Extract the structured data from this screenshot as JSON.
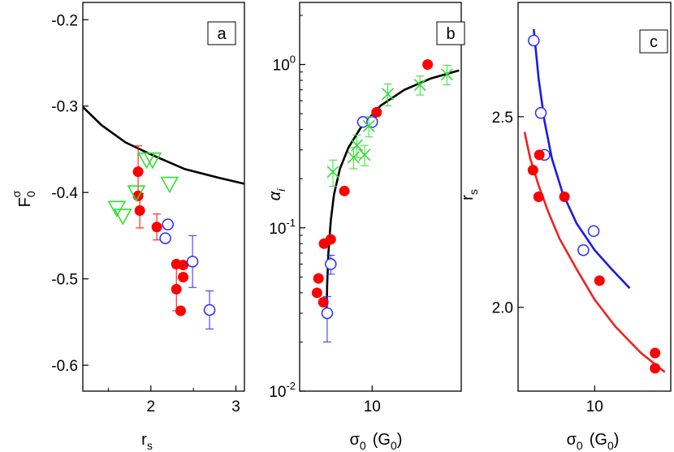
{
  "colors": {
    "red": "#ff0000",
    "blue": "#2a2aff",
    "green": "#33dd33",
    "black": "#000000",
    "red_line": "#ee2222",
    "blue_line": "#1a1ae6"
  },
  "chart_data": [
    {
      "type": "scatter",
      "panel_label": "a",
      "xlabel": "r",
      "xlabel_sub": "s",
      "ylabel": "F",
      "ylabel_sub": "0",
      "ylabel_sup": "σ",
      "xlim": [
        1.2,
        3.1
      ],
      "ylim": [
        -0.63,
        -0.18
      ],
      "xticks": [
        2,
        3
      ],
      "xtick_labels": [
        "2",
        "3"
      ],
      "yticks": [
        -0.2,
        -0.3,
        -0.4,
        -0.5,
        -0.6
      ],
      "ytick_labels": [
        "-0.2",
        "-0.3",
        "-0.4",
        "-0.5",
        "-0.6"
      ],
      "series": [
        {
          "marker": "line",
          "color": "#000000",
          "points": [
            [
              1.2,
              -0.301
            ],
            [
              1.42,
              -0.322
            ],
            [
              1.7,
              -0.342
            ],
            [
              2.0,
              -0.356
            ],
            [
              2.4,
              -0.373
            ],
            [
              2.8,
              -0.383
            ],
            [
              3.1,
              -0.39
            ]
          ]
        },
        {
          "marker": "filled-circle",
          "color": "#ff0000",
          "points": [
            {
              "x": 1.85,
              "y": -0.376,
              "err": 0.03
            },
            {
              "x": 1.85,
              "y": -0.404
            },
            {
              "x": 1.87,
              "y": -0.421,
              "err": 0.02
            },
            {
              "x": 2.07,
              "y": -0.44,
              "err": 0.015
            },
            {
              "x": 2.3,
              "y": -0.483
            },
            {
              "x": 2.38,
              "y": -0.484
            },
            {
              "x": 2.38,
              "y": -0.498
            },
            {
              "x": 2.3,
              "y": -0.512,
              "err": 0.025
            },
            {
              "x": 2.35,
              "y": -0.537
            }
          ]
        },
        {
          "marker": "open-circle",
          "color": "#2a2aff",
          "points": [
            {
              "x": 2.2,
              "y": -0.437
            },
            {
              "x": 2.17,
              "y": -0.453
            },
            {
              "x": 2.49,
              "y": -0.48,
              "err": 0.03
            },
            {
              "x": 2.69,
              "y": -0.536,
              "err": 0.022
            }
          ]
        },
        {
          "marker": "open-triangle-down",
          "color": "#33dd33",
          "points": [
            {
              "x": 1.95,
              "y": -0.362
            },
            {
              "x": 2.02,
              "y": -0.362
            },
            {
              "x": 2.22,
              "y": -0.39
            },
            {
              "x": 1.83,
              "y": -0.4
            },
            {
              "x": 1.6,
              "y": -0.418
            },
            {
              "x": 1.67,
              "y": -0.427
            }
          ]
        }
      ]
    },
    {
      "type": "scatter",
      "panel_label": "b",
      "xlabel": "σ",
      "xlabel_sub": "0",
      "xlabel_unit": "(G",
      "xlabel_unit_sub": "0",
      "xlabel_unit_end": ")",
      "ylabel": "α",
      "ylabel_sub": "i",
      "xscale": "log",
      "yscale": "log",
      "xlim": [
        2.1,
        68
      ],
      "ylim": [
        0.01,
        2.4
      ],
      "xticks": [
        10
      ],
      "xtick_labels": [
        "10"
      ],
      "yticks": [
        1,
        0.1,
        0.01
      ],
      "ytick_labels": [
        {
          "base": "10",
          "exp": "0"
        },
        {
          "base": "10",
          "exp": "-1"
        },
        {
          "base": "10",
          "exp": "-2"
        }
      ],
      "series": [
        {
          "marker": "line",
          "color": "#000000",
          "points": [
            [
              3.75,
              0.03
            ],
            [
              3.8,
              0.045
            ],
            [
              3.9,
              0.07
            ],
            [
              4.1,
              0.11
            ],
            [
              4.4,
              0.16
            ],
            [
              5.0,
              0.23
            ],
            [
              6.0,
              0.31
            ],
            [
              8.0,
              0.42
            ],
            [
              12.0,
              0.56
            ],
            [
              20.0,
              0.7
            ],
            [
              35.0,
              0.82
            ],
            [
              65.0,
              0.92
            ]
          ]
        },
        {
          "marker": "filled-circle",
          "color": "#ff0000",
          "points": [
            {
              "x": 3.15,
              "y": 0.049
            },
            {
              "x": 3.05,
              "y": 0.04
            },
            {
              "x": 3.5,
              "y": 0.035
            },
            {
              "x": 3.55,
              "y": 0.08
            },
            {
              "x": 4.1,
              "y": 0.085
            },
            {
              "x": 5.5,
              "y": 0.168
            },
            {
              "x": 11.0,
              "y": 0.51
            },
            {
              "x": 33.0,
              "y": 1.0
            }
          ]
        },
        {
          "marker": "open-circle",
          "color": "#2a2aff",
          "points": [
            {
              "x": 3.8,
              "y": 0.03,
              "err_lo": 0.01,
              "err_hi": 0.008
            },
            {
              "x": 4.1,
              "y": 0.06,
              "err_lo": 0.008,
              "err_hi": 0.008
            },
            {
              "x": 8.2,
              "y": 0.445
            },
            {
              "x": 10.0,
              "y": 0.445
            }
          ]
        },
        {
          "marker": "x",
          "color": "#33dd33",
          "points": [
            {
              "x": 4.3,
              "y": 0.22,
              "err": 0.04
            },
            {
              "x": 6.7,
              "y": 0.27,
              "err": 0.04
            },
            {
              "x": 7.2,
              "y": 0.32,
              "err": 0.05
            },
            {
              "x": 8.5,
              "y": 0.28,
              "err": 0.04
            },
            {
              "x": 9.3,
              "y": 0.42,
              "err": 0.06
            },
            {
              "x": 14.0,
              "y": 0.66,
              "err": 0.1
            },
            {
              "x": 28.0,
              "y": 0.75,
              "err": 0.1
            },
            {
              "x": 50.0,
              "y": 0.87,
              "err": 0.12
            }
          ]
        }
      ]
    },
    {
      "type": "scatter",
      "panel_label": "c",
      "xlabel": "σ",
      "xlabel_sub": "0",
      "xlabel_unit": "(G",
      "xlabel_unit_sub": "0",
      "xlabel_unit_end": ")",
      "ylabel": "r",
      "ylabel_sub": "s",
      "xscale": "log",
      "xlim": [
        2.2,
        45
      ],
      "ylim": [
        1.78,
        2.8
      ],
      "xticks": [
        10
      ],
      "xtick_labels": [
        "10"
      ],
      "yticks": [
        2.5,
        2.0
      ],
      "ytick_labels": [
        "2.5",
        "2.0"
      ],
      "series": [
        {
          "marker": "line",
          "color": "#1a1ae6",
          "points": [
            [
              3.0,
              2.73
            ],
            [
              3.3,
              2.6
            ],
            [
              3.7,
              2.49
            ],
            [
              4.3,
              2.39
            ],
            [
              5.3,
              2.3
            ],
            [
              7.0,
              2.22
            ],
            [
              10.0,
              2.15
            ],
            [
              14.0,
              2.1
            ],
            [
              20.0,
              2.05
            ]
          ]
        },
        {
          "marker": "line",
          "color": "#ee2222",
          "points": [
            [
              2.5,
              2.46
            ],
            [
              2.8,
              2.39
            ],
            [
              3.3,
              2.32
            ],
            [
              4.0,
              2.25
            ],
            [
              5.0,
              2.18
            ],
            [
              7.0,
              2.1
            ],
            [
              10.0,
              2.02
            ],
            [
              15.0,
              1.95
            ],
            [
              25.0,
              1.88
            ],
            [
              40.0,
              1.83
            ]
          ]
        },
        {
          "marker": "open-circle",
          "color": "#2a2aff",
          "points": [
            {
              "x": 3.0,
              "y": 2.7
            },
            {
              "x": 3.45,
              "y": 2.51
            },
            {
              "x": 3.7,
              "y": 2.4
            },
            {
              "x": 8.0,
              "y": 2.15
            },
            {
              "x": 9.8,
              "y": 2.2
            }
          ]
        },
        {
          "marker": "filled-circle",
          "color": "#ff0000",
          "points": [
            {
              "x": 2.95,
              "y": 2.36
            },
            {
              "x": 3.35,
              "y": 2.4
            },
            {
              "x": 3.3,
              "y": 2.29
            },
            {
              "x": 5.5,
              "y": 2.29
            },
            {
              "x": 11.0,
              "y": 2.07
            },
            {
              "x": 33.0,
              "y": 1.88
            },
            {
              "x": 33.0,
              "y": 1.84
            }
          ]
        }
      ]
    }
  ]
}
